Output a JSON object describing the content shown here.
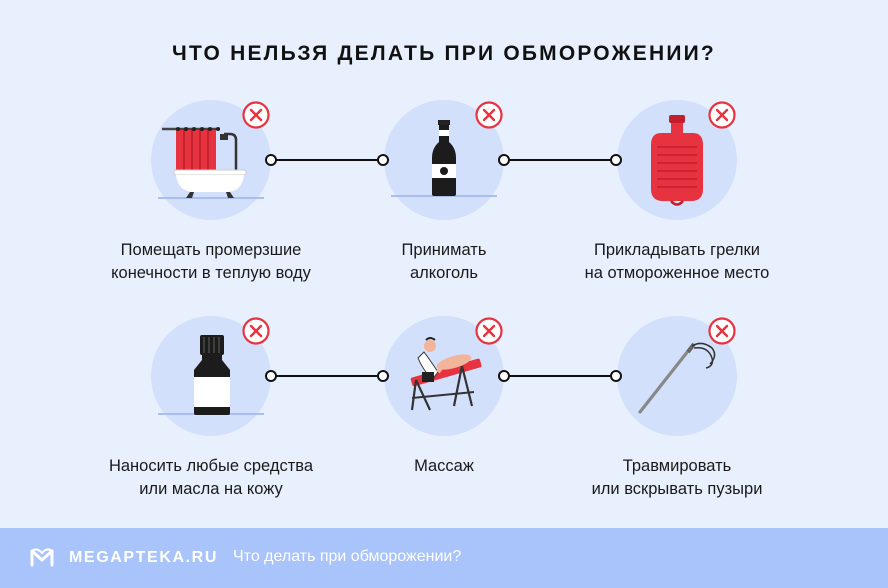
{
  "title": "ЧТО НЕЛЬЗЯ ДЕЛАТЬ ПРИ ОБМОРОЖЕНИИ?",
  "items": [
    {
      "line1": "Помещать промерзшие",
      "line2": "конечности в теплую воду",
      "icon": "bathtub-icon"
    },
    {
      "line1": "Принимать",
      "line2": "алкоголь",
      "icon": "bottle-icon"
    },
    {
      "line1": "Прикладывать грелки",
      "line2": "на отмороженное место",
      "icon": "hot-water-bottle-icon"
    },
    {
      "line1": "Наносить любые средства",
      "line2": "или масла на кожу",
      "icon": "medicine-bottle-icon"
    },
    {
      "line1": "Массаж",
      "line2": "",
      "icon": "massage-icon"
    },
    {
      "line1": "Травмировать",
      "line2": "или вскрывать пузыри",
      "icon": "needle-icon"
    }
  ],
  "footer": {
    "brand": "MEGAPTEKA.RU",
    "tagline": "Что делать при обморожении?"
  },
  "colors": {
    "background": "#e8f0fd",
    "circle": "#d3e0fb",
    "accent_red": "#e7333f",
    "footer": "#a9c3fb"
  }
}
